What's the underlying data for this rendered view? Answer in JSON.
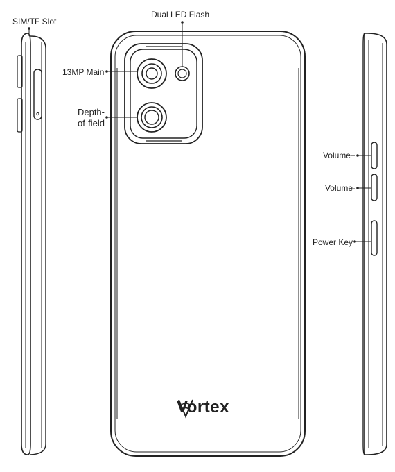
{
  "labels": {
    "sim_slot": "SIM/TF Slot",
    "flash": "Dual LED Flash",
    "main_camera": "13MP  Main",
    "depth_line1": "Depth-",
    "depth_line2": "of-field",
    "volume_up": "Volume+",
    "volume_down": "Volume-",
    "power_key": "Power Key"
  },
  "brand": {
    "logo_text": "Vortex"
  }
}
